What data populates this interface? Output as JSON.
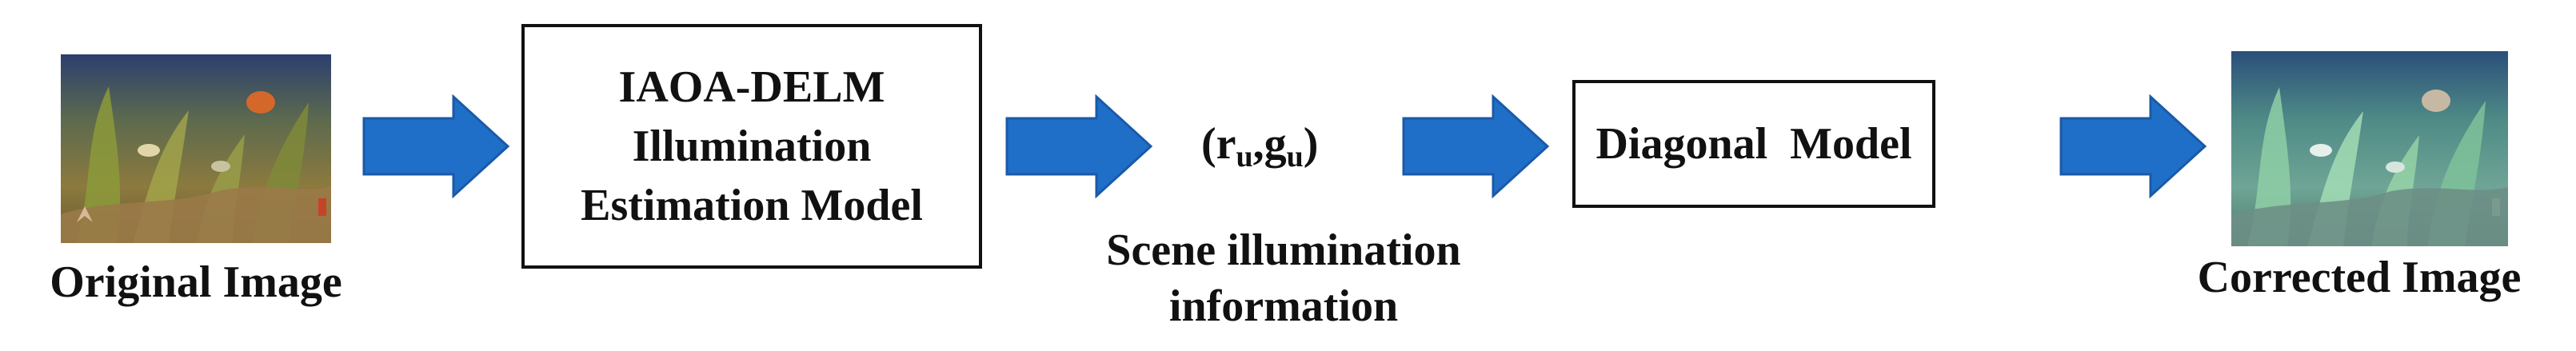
{
  "diagram": {
    "nodes": {
      "original_image": {
        "label": "Original Image"
      },
      "estimation_model": {
        "lines": [
          "IAOA-DELM",
          "Illumination",
          "Estimation Model"
        ]
      },
      "illumination_output": {
        "r": "r",
        "g": "g",
        "sub": "u",
        "caption_lines": [
          "Scene illumination",
          "information"
        ]
      },
      "diagonal_model": {
        "label": "Diagonal  Model"
      },
      "corrected_image": {
        "label": "Corrected Image"
      }
    },
    "edges": [
      {
        "from": "original_image",
        "to": "estimation_model"
      },
      {
        "from": "estimation_model",
        "to": "illumination_output"
      },
      {
        "from": "illumination_output",
        "to": "diagonal_model"
      },
      {
        "from": "diagonal_model",
        "to": "corrected_image"
      }
    ],
    "colors": {
      "arrow_fill": "#1f6fc9",
      "arrow_stroke": "#1a5aa6",
      "box_border": "#111111",
      "text": "#111111"
    }
  }
}
